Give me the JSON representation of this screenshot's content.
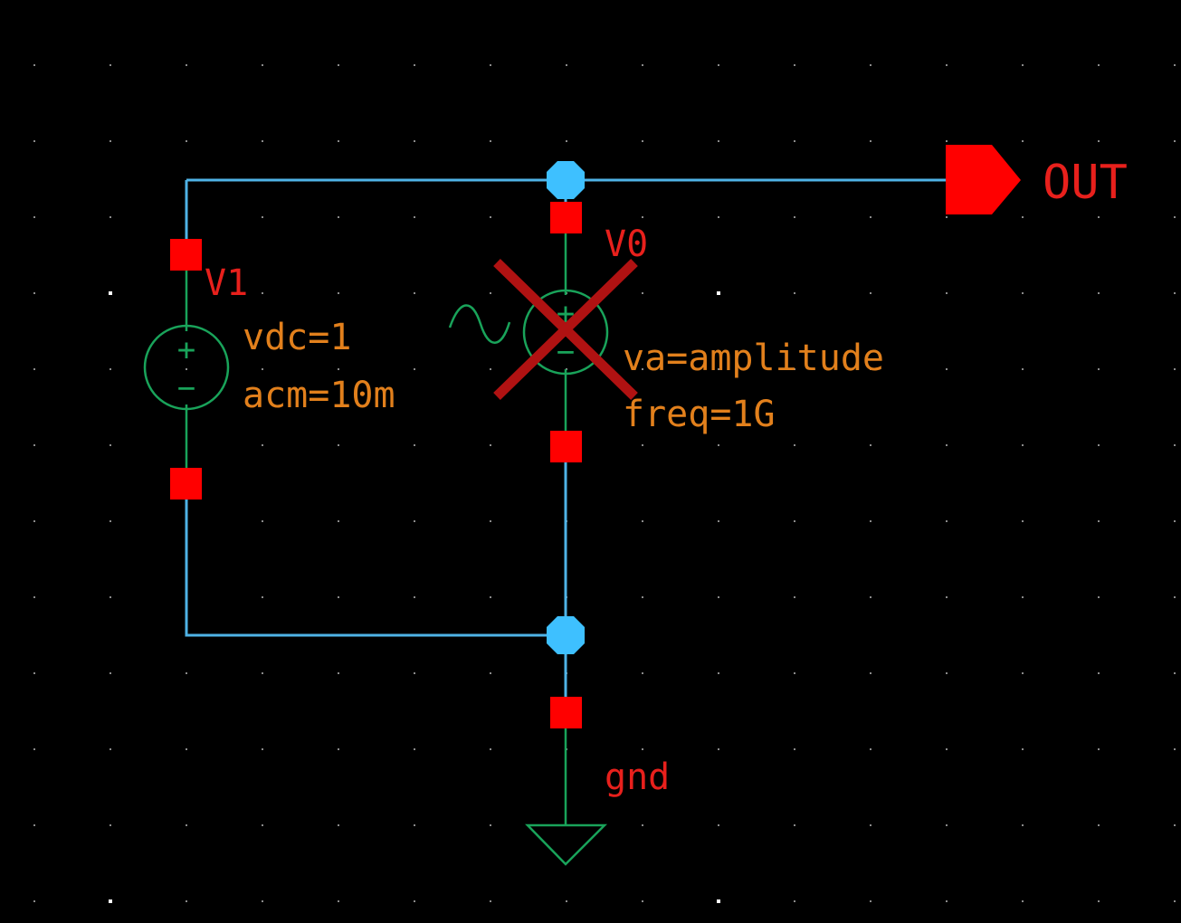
{
  "schematic": {
    "colors": {
      "background": "#000000",
      "wire": "#4fb3e6",
      "symbol": "#19a35a",
      "pin": "#ff0000",
      "junction": "#3ec0ff",
      "label_red": "#e8201c",
      "label_orange": "#e2801c",
      "disabled_cross": "#b01212",
      "grid_dot": "#8a8a8a",
      "grid_major": "#ffffff"
    },
    "v1": {
      "name": "V1",
      "param1": "vdc=1",
      "param2": "acm=10m",
      "plus_glyph": "+",
      "minus_glyph": "−"
    },
    "v0": {
      "name": "V0",
      "param1": "va=amplitude",
      "param2": "freq=1G",
      "plus_glyph": "+",
      "minus_glyph": "−",
      "disabled": true
    },
    "output_pin": {
      "label": "OUT"
    },
    "ground": {
      "label": "gnd"
    }
  }
}
